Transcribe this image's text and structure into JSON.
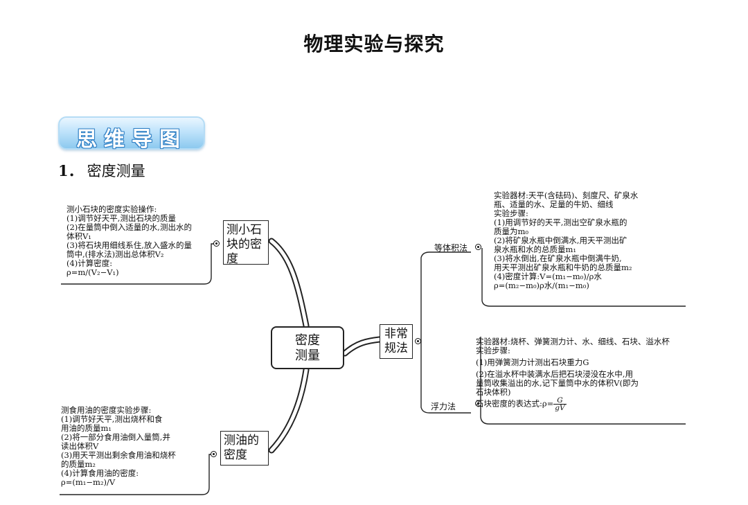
{
  "title": "物理实验与探究",
  "banner": "思维导图",
  "section": {
    "num": "1．",
    "label": "密度测量"
  },
  "center": [
    "密度",
    "测量"
  ],
  "branch_stone": {
    "box": [
      "测小石",
      "块的密",
      "度"
    ],
    "lines": [
      "测小石块的密度实验操作:",
      "(1)调节好天平,测出石块的质量",
      "(2)在量筒中倒入适量的水,测出水的",
      "体积V₁",
      "(3)将石块用细线系住,放入盛水的量",
      "筒中,(排水法)测出总体积V₂",
      "(4)计算密度:",
      "ρ=m/(V₂−V₁)"
    ]
  },
  "branch_special": {
    "box": [
      "非常",
      "规法"
    ],
    "sub1": {
      "label": "等体积法",
      "lines": [
        "实验器材:天平(含砝码)、刻度尺、矿泉水",
        "瓶、适量的水、足量的牛奶、细线",
        "实验步骤:",
        "(1)用调节好的天平,测出空矿泉水瓶的",
        "质量为m₀",
        "(2)将矿泉水瓶中倒满水,用天平测出矿",
        "泉水瓶和水的总质量m₁",
        "(3)将水倒出,在矿泉水瓶中倒满牛奶,",
        "用天平测出矿泉水瓶和牛奶的总质量m₂",
        "(4)密度计算:V=(m₁−m₀)/ρ水",
        "ρ=(m₂−m₀)ρ水/(m₁−m₀)"
      ]
    },
    "sub2": {
      "label": "浮力法",
      "lines": [
        "实验器材:烧杯、弹簧测力计、水、细线、石块、溢水杯",
        "实验步骤:",
        "(1)用弹簧测力计测出石块重力G",
        "(2)在溢水杯中装满水后把石块浸没在水中,用",
        "量筒收集溢出的水,记下量筒中水的体积V(即为",
        "石块体积)"
      ],
      "formula_prefix": "石块密度的表达式:ρ=",
      "formula_num": "G",
      "formula_den": "gV"
    }
  },
  "branch_oil": {
    "box": [
      "测油的",
      "密度"
    ],
    "lines": [
      "测食用油的密度实验步骤:",
      "(1)调节好天平,测出烧杯和食",
      "用油的质量m₁",
      "(2)将一部分食用油倒入量筒,并",
      "读出体积V",
      "(3)用天平测出剩余食用油和烧杯",
      "的质量m₂",
      "(4)计算食用油的密度:",
      "ρ=(m₁−m₂)/V"
    ]
  }
}
